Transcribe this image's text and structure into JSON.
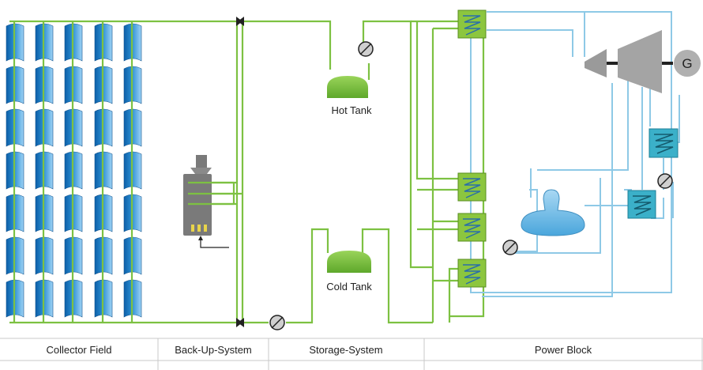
{
  "labels": {
    "hot_tank": "Hot Tank",
    "cold_tank": "Cold Tank",
    "generator": "G"
  },
  "sections": [
    {
      "label": "Collector Field"
    },
    {
      "label": "Back-Up-System"
    },
    {
      "label": "Storage-System"
    },
    {
      "label": "Power Block"
    }
  ],
  "colors": {
    "htf_line": "#7dc142",
    "water_line": "#8ec9e6",
    "collector": "#2a8fd4",
    "heat_exchanger_green": "#8cc63f",
    "heat_exchanger_blue": "#3bb0c9",
    "tank": "#7dc142",
    "turbine": "#9a9a9a",
    "boiler": "#7a7a7a"
  }
}
